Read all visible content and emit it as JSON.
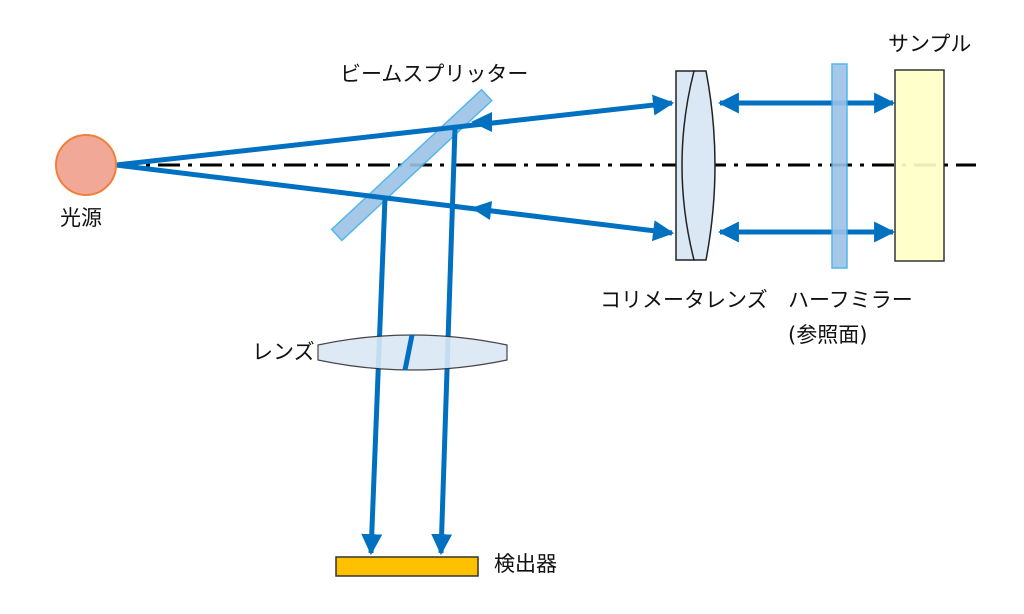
{
  "title": "干渉計光学系",
  "labels": {
    "light_source": "光源",
    "beam_splitter": "ビームスプリッター",
    "lens": "レンズ",
    "detector": "検出器",
    "collimator_lens": "コリメータレンズ",
    "half_mirror": "ハーフミラー",
    "reference_surface": "(参照面)",
    "sample": "サンプル"
  },
  "colors": {
    "beam": "#0070c0",
    "source_fill": "#f2a896",
    "source_stroke": "#f07f3c",
    "glass": "#dae8f5",
    "mirror": "#9dc3e6",
    "mirror_stroke": "#41b0e8",
    "sample": "#ffffc8",
    "detector": "#ffc000"
  }
}
